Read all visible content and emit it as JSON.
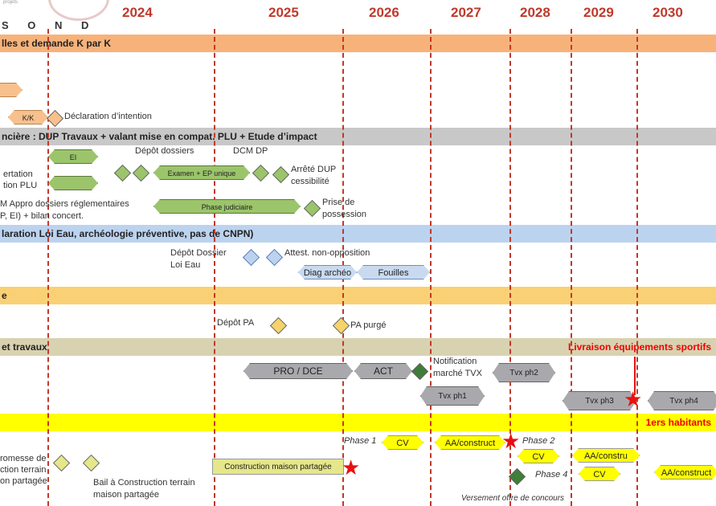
{
  "header": {
    "logo_text": "projets",
    "months": "S O N D",
    "years": [
      "2024",
      "2025",
      "2026",
      "2027",
      "2028",
      "2029",
      "2030"
    ]
  },
  "bands": {
    "band1": "lles et demande K par K",
    "band2": "ncière : DUP Travaux + valant mise en compat. PLU + Etude d’impact",
    "band3": "laration Loi Eau, archéologie préventive, pas de CNPN)",
    "band4": "e",
    "band5": "et travaux",
    "band5_right": "Livraison équipements sportifs",
    "band6_right": "1ers habitants"
  },
  "row1": {
    "kk_label": "K/K",
    "declaration": "Déclaration d’intention"
  },
  "row2": {
    "ei_label": "EI",
    "depot_dossiers": "Dépôt dossiers",
    "dcm_dp": "DCM DP",
    "concertation_1": "ertation",
    "concertation_2": "tion PLU",
    "examen_label": "Examen + EP unique",
    "arrete_1": "Arrêté DUP",
    "arrete_2": "cessibilité",
    "appro_1": "M Appro dossiers réglementaires",
    "appro_2": "P, EI) + bilan concert.",
    "phase_judiciaire": "Phase judiciaire",
    "prise_1": "Prise de",
    "prise_2": "possession"
  },
  "row3": {
    "depot_loi_1": "Dépôt Dossier",
    "depot_loi_2": "Loi Eau",
    "attest": "Attest. non-opposition",
    "diag": "Diag archéo",
    "fouilles": "Fouilles"
  },
  "row4": {
    "depot_pa": "Dépôt PA",
    "pa_purge": "PA purgé"
  },
  "row5": {
    "pro_dce": "PRO / DCE",
    "act": "ACT",
    "notif_1": "Notification",
    "notif_2": "marché TVX",
    "tvx_ph1": "Tvx ph1",
    "tvx_ph2": "Tvx ph2",
    "tvx_ph3": "Tvx ph3",
    "tvx_ph4": "Tvx ph4"
  },
  "row6": {
    "promesse_1": "romesse de",
    "promesse_2": "ction terrain",
    "promesse_3": "on partagée",
    "bail_1": "Bail à Construction terrain",
    "bail_2": "maison partagée",
    "construction": "Construction maison partagée",
    "phase1": "Phase 1",
    "cv": "CV",
    "aa_construct": "AA/construct",
    "phase2": "Phase 2",
    "phase4": "Phase 4",
    "aa_constru": "AA/constru",
    "versement": "Versement offre de concours"
  },
  "colors": {
    "accent_red": "#c0392b",
    "band_orange": "#f7b27a",
    "band_gray": "#c8c8c8",
    "band_blue": "#bcd3ef",
    "band_gold": "#f9d174",
    "band_khaki": "#d9d2b0",
    "band_yellow": "#ffff00"
  }
}
